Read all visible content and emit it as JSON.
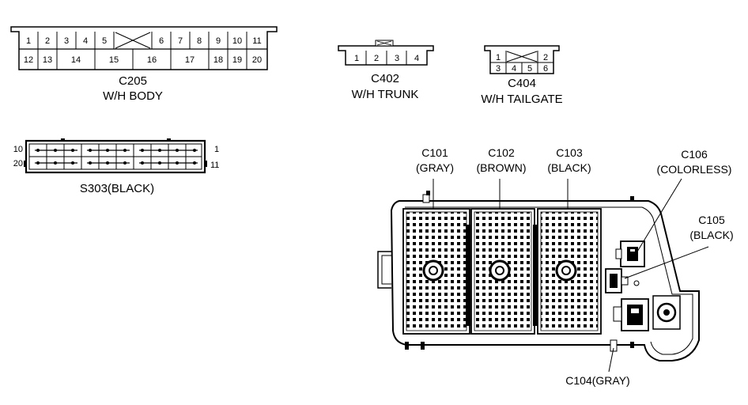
{
  "c205": {
    "name": "C205",
    "desc": "W/H BODY",
    "top_pins": [
      "1",
      "2",
      "3",
      "4",
      "5",
      "6",
      "7",
      "8",
      "9",
      "10",
      "11"
    ],
    "bottom_pins": [
      "12",
      "13",
      "14",
      "15",
      "16",
      "17",
      "18",
      "19",
      "20"
    ]
  },
  "c402": {
    "name": "C402",
    "desc": "W/H TRUNK",
    "pins": [
      "1",
      "2",
      "3",
      "4"
    ]
  },
  "c404": {
    "name": "C404",
    "desc": "W/H TAILGATE",
    "top_pins": [
      "1",
      "2"
    ],
    "bottom_pins": [
      "3",
      "4",
      "5",
      "6"
    ]
  },
  "s303": {
    "name": "S303(BLACK)",
    "left_top": "10",
    "left_bottom": "20",
    "right_top": "1",
    "right_bottom": "11"
  },
  "junction_block": {
    "c101": {
      "name": "C101",
      "color": "(GRAY)"
    },
    "c102": {
      "name": "C102",
      "color": "(BROWN)"
    },
    "c103": {
      "name": "C103",
      "color": "(BLACK)"
    },
    "c106": {
      "name": "C106",
      "color": "(COLORLESS)"
    },
    "c105": {
      "name": "C105",
      "color": "(BLACK)"
    },
    "c104": {
      "name": "C104(GRAY)"
    }
  }
}
